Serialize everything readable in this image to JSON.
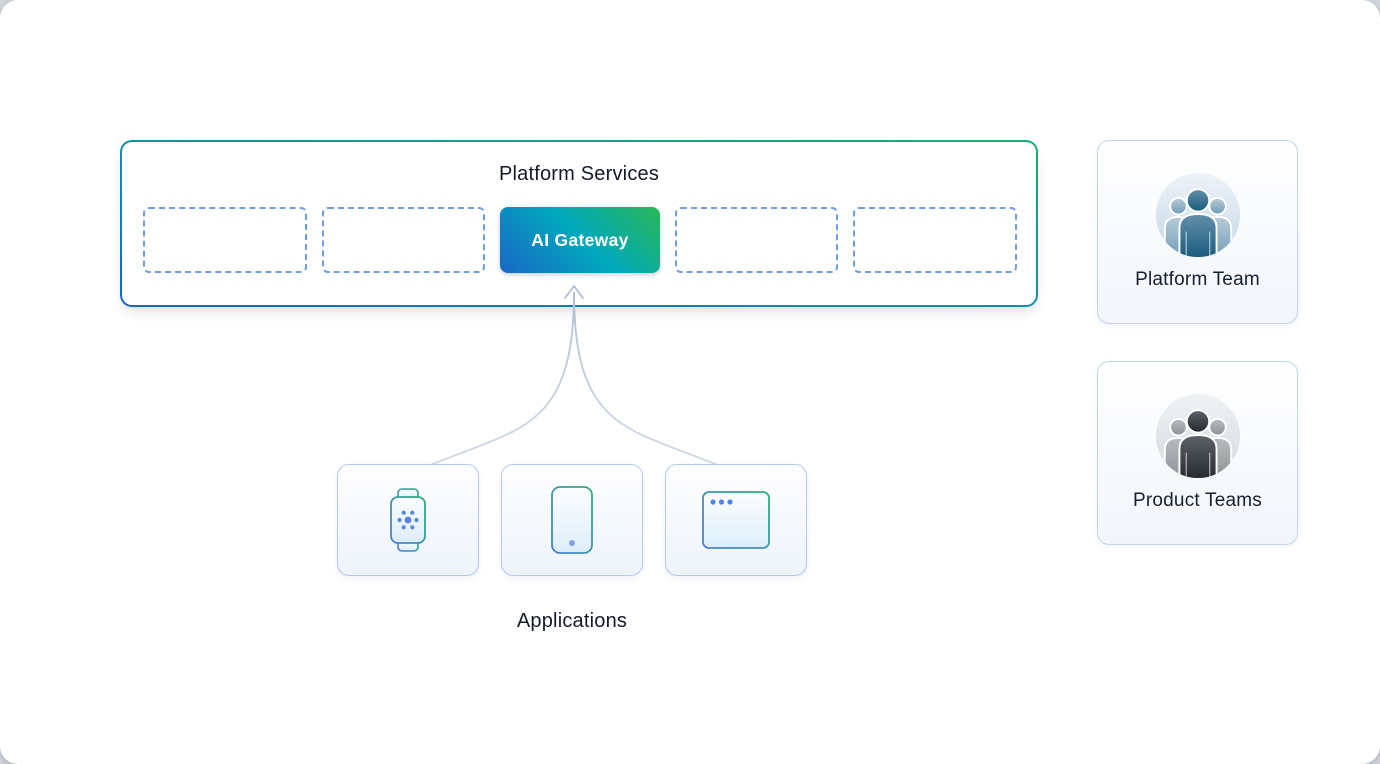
{
  "colors": {
    "accent_blue": "#1467c5",
    "accent_teal": "#00a9bc",
    "accent_green": "#0fb26d",
    "dashed_slot_border": "#6f9ceb",
    "connector_line": "#b7c5d8",
    "card_border": "#b7c8ee",
    "team_card_border": "#c3d4ea",
    "text_dark": "#14192a"
  },
  "platform_services": {
    "title": "Platform Services",
    "slots": [
      {
        "type": "placeholder",
        "label": ""
      },
      {
        "type": "placeholder",
        "label": ""
      },
      {
        "type": "gateway",
        "label": "AI Gateway"
      },
      {
        "type": "placeholder",
        "label": ""
      },
      {
        "type": "placeholder",
        "label": ""
      }
    ]
  },
  "applications": {
    "label": "Applications",
    "items": [
      {
        "icon": "smartwatch-icon"
      },
      {
        "icon": "smartphone-icon"
      },
      {
        "icon": "browser-window-icon"
      }
    ]
  },
  "teams": [
    {
      "label": "Platform Team",
      "icon": "team-people-icon",
      "tint": "teal"
    },
    {
      "label": "Product Teams",
      "icon": "team-people-icon",
      "tint": "gray"
    }
  ]
}
